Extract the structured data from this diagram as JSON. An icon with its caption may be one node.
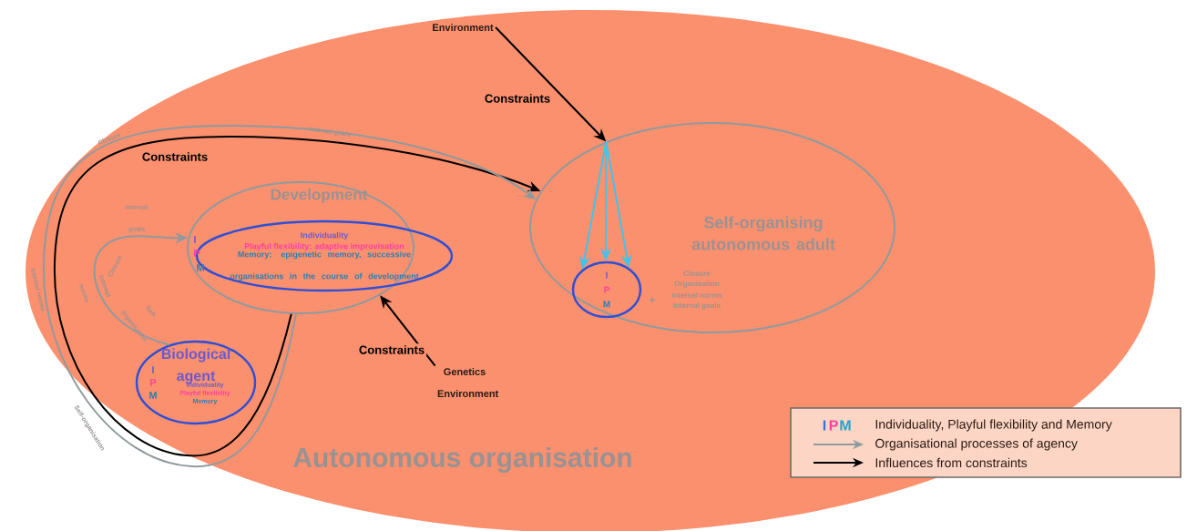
{
  "diagram": {
    "nodes": [
      {
        "text": [
          "Autonomous organisation"
        ]
      },
      {
        "text": [
          "Development"
        ],
        "in": 0
      },
      {
        "text": [
          "Individuality",
          "Playful flexibility: adaptive improvisation",
          "Memory: epigenetic memory, successive organisations in the course of development"
        ],
        "in": 1,
        "beside": [
          "I",
          "P",
          "M"
        ]
      },
      {
        "text": [
          "Biological agent",
          "I",
          "P",
          "M",
          "Individuality",
          "Playful flexibility",
          "Memory"
        ],
        "in": 0
      },
      {
        "text": [
          "Self-organising autonomous adult",
          "+",
          "Closure",
          "Organisation",
          "Internal norms",
          "Internal goals"
        ],
        "in": 0
      },
      {
        "text": [
          "I",
          "P",
          "M"
        ],
        "in": 4
      },
      {
        "text": [
          "Environment"
        ],
        "in": 0
      },
      {
        "text": [
          "Genetics Environment"
        ],
        "in": 0
      }
    ],
    "edges": [
      {
        "from": 6,
        "to": 4,
        "arrow": "to",
        "label": "Constraints"
      },
      {
        "from": 4,
        "to": 5,
        "arrow": "to",
        "color": "#3fc4ee"
      },
      {
        "from": 4,
        "to": 5,
        "arrow": "to",
        "color": "#3fc4ee"
      },
      {
        "from": 4,
        "to": 5,
        "arrow": "to",
        "color": "#3fc4ee"
      },
      {
        "from": 7,
        "to": 1,
        "arrow": "to",
        "label": "Constraints"
      },
      {
        "from": 1,
        "to": 4,
        "arrow": "to",
        "label": "Constraints"
      },
      {
        "from": 1,
        "to": 4,
        "arrow": "to",
        "color": "#8f9a9e"
      },
      {
        "from": 3,
        "to": 1,
        "arrow": "to",
        "color": "#8f9a9e"
      }
    ],
    "labels": [
      "Closure",
      "Internal goals",
      "Internal norms",
      "Self-organisation",
      "Internal goals",
      "Closure",
      "Internal norms",
      "Self-organisation",
      "I",
      "P",
      "M"
    ],
    "legend": [
      {
        "text": "Individuality, Playful flexibility and Memory"
      },
      {
        "text": "Organisational processes of agency"
      },
      {
        "text": "Influences from constraints"
      }
    ]
  }
}
